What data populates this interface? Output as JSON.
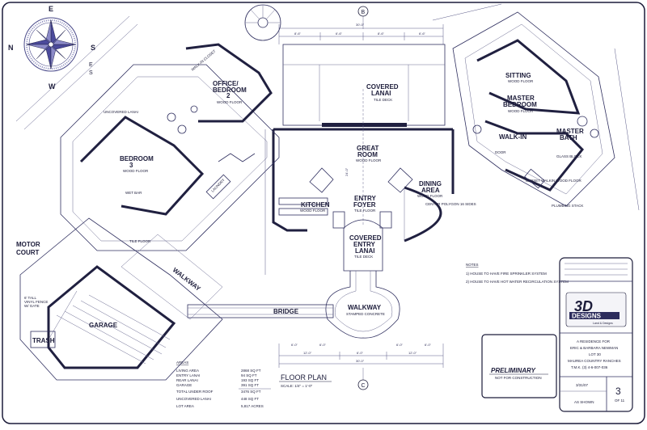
{
  "compass": {
    "letters": [
      "N",
      "E",
      "S",
      "W"
    ],
    "side_letters": [
      "E",
      "S"
    ]
  },
  "rooms": {
    "office": {
      "name": "OFFICE/",
      "name2": "BEDROOM",
      "number": "2",
      "floor": "WOOD FLOOR"
    },
    "bedroom3": {
      "name": "BEDROOM",
      "number": "3",
      "floor": "WOOD FLOOR"
    },
    "sitting": {
      "name": "SITTING",
      "floor": "WOOD FLOOR"
    },
    "master_bedroom": {
      "name": "MASTER",
      "name2": "BEDROOM",
      "floor": "WOOD FLOOR"
    },
    "walk_in": {
      "name": "WALK-IN"
    },
    "master_bath": {
      "name": "MASTER",
      "name2": "BATH"
    },
    "covered_lanai": {
      "name": "COVERED",
      "name2": "LANAI",
      "floor": "TILE DECK"
    },
    "great_room": {
      "name": "GREAT",
      "name2": "ROOM",
      "floor": "WOOD FLOOR"
    },
    "kitchen": {
      "name": "KITCHEN",
      "floor": "WOOD FLOOR"
    },
    "entry_foyer": {
      "name": "ENTRY",
      "name2": "FOYER",
      "floor": "TILE FLOOR"
    },
    "dining_area": {
      "name": "DINING",
      "name2": "AREA",
      "floor": "WOOD FLOOR"
    },
    "covered_entry": {
      "name": "COVERED",
      "name2": "ENTRY",
      "name3": "LANAI",
      "floor": "TILE DECK"
    },
    "motor_court": {
      "name": "MOTOR",
      "name2": "COURT"
    },
    "garage": {
      "name": "GARAGE"
    },
    "walkway_bottom": {
      "name": "WALKWAY",
      "floor": "STAMPED CONCRETE"
    },
    "bridge": {
      "name": "BRIDGE"
    },
    "walkway_left": {
      "name": "WALKWAY"
    },
    "trash": {
      "name": "TRASH"
    },
    "fence_note": {
      "line1": "6' TALL",
      "line2": "VINYL FENCE",
      "line3": "W/ GATE"
    },
    "laundry": {
      "name": "LAUNDRY"
    }
  },
  "notes": {
    "header": "NOTES",
    "items": [
      "1) HOUSE TO HAVE FIRE SPRINKLER SYSTEM",
      "2) HOUSE TO HAVE HOT WATER RECIRCULATION SYSTEM"
    ]
  },
  "areas": {
    "header": "AREAS",
    "rows": [
      {
        "label": "LIVING AREA",
        "value": "2868 SQ FT"
      },
      {
        "label": "ENTRY LANAI",
        "value": "94 SQ FT"
      },
      {
        "label": "REAR LANAI",
        "value": "193 SQ FT"
      },
      {
        "label": "GARAGE",
        "value": "391 SQ FT"
      },
      {
        "label": "TOTAL UNDER ROOF",
        "value": "3476 SQ FT"
      },
      {
        "label": "UNCOVERED LANAI",
        "value": "448 SQ FT"
      },
      {
        "label": "LOT AREA",
        "value": "5,817 ACRES"
      }
    ]
  },
  "floor_plan": {
    "title": "FLOOR PLAN",
    "scale": "SCALE: 1/4\" = 1'-0\""
  },
  "title_block": {
    "preliminary": "PRELIMINARY",
    "preliminary_sub": "NOT FOR CONSTRUCTION",
    "logo_main": "3D",
    "logo_name": "DESIGNS",
    "logo_tag": "Land & Designs",
    "project_lines": [
      "A RESIDENCE FOR",
      "ERIC & BARBARA NEWMAN",
      "LOT 30",
      "MAUREA COUNTRY RANCHES",
      "T.M.K. (3) 4-6-007-036"
    ],
    "date": "3/31/07",
    "scale": "AS SHOWN",
    "sheet": "3",
    "sheet_of": "OF 11"
  },
  "grid_bubbles": {
    "top": "B",
    "bottom": "C"
  },
  "dimensions": {
    "top_overall": "30'-0\"",
    "top_parts": [
      "8'-6\"",
      "6'-6\"",
      "8'-6\"",
      "6'-6\""
    ],
    "bottom_overall": "30'-0\"",
    "bottom_parts": [
      "12'-0\"",
      "6'-0\"",
      "12'-0\""
    ],
    "bottom_small": [
      "6'-0\"",
      "6'-0\"",
      "6'-0\"",
      "6'-0\""
    ],
    "great_room_width": "24'-0\""
  },
  "small_labels": {
    "walk_in_closet": "WALK-IN CLOSET",
    "uncovered_lanai": "UNCOVERED LANAI",
    "tile_floor": "TILE FLOOR",
    "center_pole": "CENTER POLYGON 16 SIDES",
    "closet": "CLOSET WALKIN WOOD FLOOR",
    "glass_block": "GLASS BLOCK",
    "plumbing_stack": "PLUMBING STACK",
    "door": "DOOR",
    "wet_bar": "WET BAR"
  }
}
